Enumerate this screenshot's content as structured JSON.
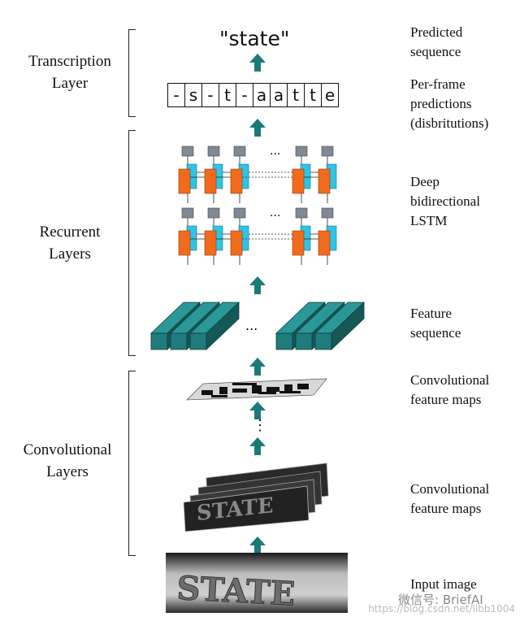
{
  "groups": {
    "transcription": [
      "Transcription",
      "Layer"
    ],
    "recurrent": [
      "Recurrent",
      "Layers"
    ],
    "convolutional": [
      "Convolutional",
      "Layers"
    ]
  },
  "descriptions": {
    "predicted": [
      "Predicted",
      "sequence"
    ],
    "perframe": [
      "Per-frame",
      "predictions",
      "(disbritutions)"
    ],
    "lstm": [
      "Deep",
      "bidirectional",
      "LSTM"
    ],
    "feature_seq": [
      "Feature",
      "sequence"
    ],
    "conv_maps_top": [
      "Convolutional",
      "feature maps"
    ],
    "conv_maps_bottom": [
      "Convolutional",
      "feature maps"
    ],
    "input": [
      "Input image"
    ]
  },
  "predicted_text": "\"state\"",
  "frames": [
    "-",
    "s",
    "-",
    "t",
    "-",
    "a",
    "a",
    "t",
    "t",
    "e"
  ],
  "ellipsis": "...",
  "vertical_ellipsis": "⋮",
  "input_word": "STATE",
  "watermark": "https://blog.csdn.net/libb1004",
  "wechat": "微信号: BriefAI",
  "colors": {
    "arrow": "#1a7a78",
    "lstm_orange": "#f26b1d",
    "lstm_cyan": "#2ec4e6",
    "lstm_gray": "#808a94",
    "feature_teal": "#1f7c7a"
  }
}
